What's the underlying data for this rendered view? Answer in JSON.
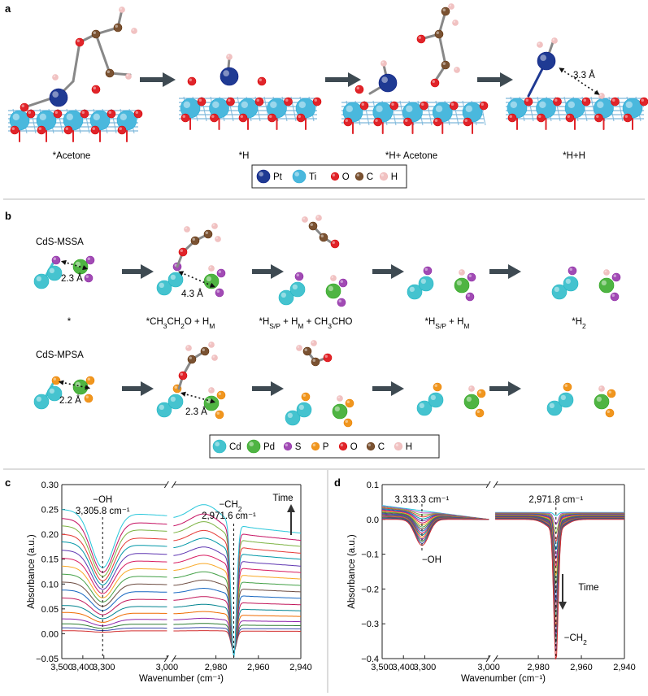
{
  "panels": {
    "a": "a",
    "b": "b",
    "c": "c",
    "d": "d"
  },
  "colors": {
    "arrow": "#3e4a52",
    "pt": "#1f3a93",
    "ti": "#4ab8dd",
    "o": "#e0242a",
    "c": "#7a5232",
    "h": "#f1c2c2",
    "cd": "#45c3cf",
    "pd": "#4fb443",
    "s": "#a14bb4",
    "p": "#f0961e",
    "lattice": "#7db8db",
    "divider": "#b9b9b9"
  },
  "panel_a": {
    "steps": [
      "*Acetone",
      "*H",
      "*H+ Acetone",
      "*H+H"
    ],
    "distance": "3.3 Å",
    "legend": [
      {
        "label": "Pt",
        "color_key": "pt"
      },
      {
        "label": "Ti",
        "color_key": "ti"
      },
      {
        "label": "O",
        "color_key": "o"
      },
      {
        "label": "C",
        "color_key": "c"
      },
      {
        "label": "H",
        "color_key": "h"
      }
    ]
  },
  "panel_b": {
    "row1_label": "CdS-MSSA",
    "row2_label": "CdS-MPSA",
    "row1_distances": [
      "2.3 Å",
      "4.3 Å"
    ],
    "row2_distances": [
      "2.2 Å",
      "2.3 Å"
    ],
    "steps": [
      {
        "base": "*"
      },
      {
        "base": "*CH",
        "sub1": "3",
        "mid1": "CH",
        "sub2": "2",
        "mid2": "O + H",
        "sub3": "M"
      },
      {
        "base": "*H",
        "sub1": "S/P",
        "mid1": " + H",
        "sub2": "M",
        "mid2": " + CH",
        "sub3": "3",
        "tail": "CHO"
      },
      {
        "base": "*H",
        "sub1": "S/P",
        "mid1": " + H",
        "sub2": "M"
      },
      {
        "base": "*H",
        "sub1": "2"
      }
    ],
    "legend": [
      {
        "label": "Cd",
        "color_key": "cd"
      },
      {
        "label": "Pd",
        "color_key": "pd"
      },
      {
        "label": "S",
        "color_key": "s"
      },
      {
        "label": "P",
        "color_key": "p"
      },
      {
        "label": "O",
        "color_key": "o"
      },
      {
        "label": "C",
        "color_key": "c"
      },
      {
        "label": "H",
        "color_key": "h"
      }
    ]
  },
  "chart_data": [
    {
      "panel": "c",
      "type": "line",
      "xlabel": "Wavenumber (cm⁻¹)",
      "ylabel": "Absorbance (a.u.)",
      "ylim": [
        -0.05,
        0.3
      ],
      "yticks": [
        "−0.05",
        "0.00",
        "0.05",
        "0.10",
        "0.15",
        "0.20",
        "0.25",
        "0.30"
      ],
      "xticks_left": [
        "3,500",
        "3,400",
        "3,300",
        "3,000"
      ],
      "xticks_right": [
        "2,980",
        "2,960",
        "2,940"
      ],
      "x_break": {
        "left_range": [
          3500,
          3000
        ],
        "right_range": [
          3000,
          2940
        ]
      },
      "series_count": 18,
      "series_levels_at_3500": [
        0.0,
        0.006,
        0.012,
        0.02,
        0.03,
        0.043,
        0.057,
        0.072,
        0.088,
        0.104,
        0.12,
        0.136,
        0.152,
        0.168,
        0.185,
        0.2,
        0.217,
        0.232,
        0.25
      ],
      "series_colors": [
        "#d32f2f",
        "#3949ab",
        "#2e7d32",
        "#8e24aa",
        "#ef6c00",
        "#00838f",
        "#c2185b",
        "#1565c0",
        "#6d4c41",
        "#43a047",
        "#f9a825",
        "#d81b60",
        "#5e35b1",
        "#0097a7",
        "#e53935",
        "#7cb342",
        "#c51162",
        "#26c6da",
        "#ab47bc"
      ],
      "annotations": [
        {
          "label": "−OH",
          "value": "3,305.8 cm⁻¹",
          "x": 3305.8
        },
        {
          "label": "−CH",
          "label_sub": "2",
          "value": "2,971.6 cm⁻¹",
          "x": 2971.6
        }
      ],
      "time_label": "Time"
    },
    {
      "panel": "d",
      "type": "line",
      "xlabel": "Wavenumber (cm⁻¹)",
      "ylabel": "Absorbance (a.u.)",
      "ylim": [
        -0.4,
        0.1
      ],
      "yticks": [
        "−0.4",
        "−0.3",
        "−0.2",
        "−0.1",
        "0.0",
        "0.1"
      ],
      "xticks_left": [
        "3,500",
        "3,400",
        "3,300",
        "3,000"
      ],
      "xticks_right": [
        "2,980",
        "2,960",
        "2,940"
      ],
      "x_break": {
        "left_range": [
          3500,
          3000
        ],
        "right_range": [
          3000,
          2940
        ]
      },
      "series_count": 18,
      "series_colors": [
        "#26c6da",
        "#ab47bc",
        "#7cb342",
        "#e53935",
        "#0097a7",
        "#5e35b1",
        "#d81b60",
        "#f9a825",
        "#43a047",
        "#6d4c41",
        "#1565c0",
        "#c2185b",
        "#00838f",
        "#ef6c00",
        "#8e24aa",
        "#2e7d32",
        "#3949ab",
        "#d32f2f"
      ],
      "annotations": [
        {
          "label": "−OH",
          "value": "3,313.3 cm⁻¹",
          "x": 3313.3
        },
        {
          "label": "−CH",
          "label_sub": "2",
          "value": "2,971.8 cm⁻¹",
          "x": 2971.8
        }
      ],
      "time_label": "Time"
    }
  ]
}
